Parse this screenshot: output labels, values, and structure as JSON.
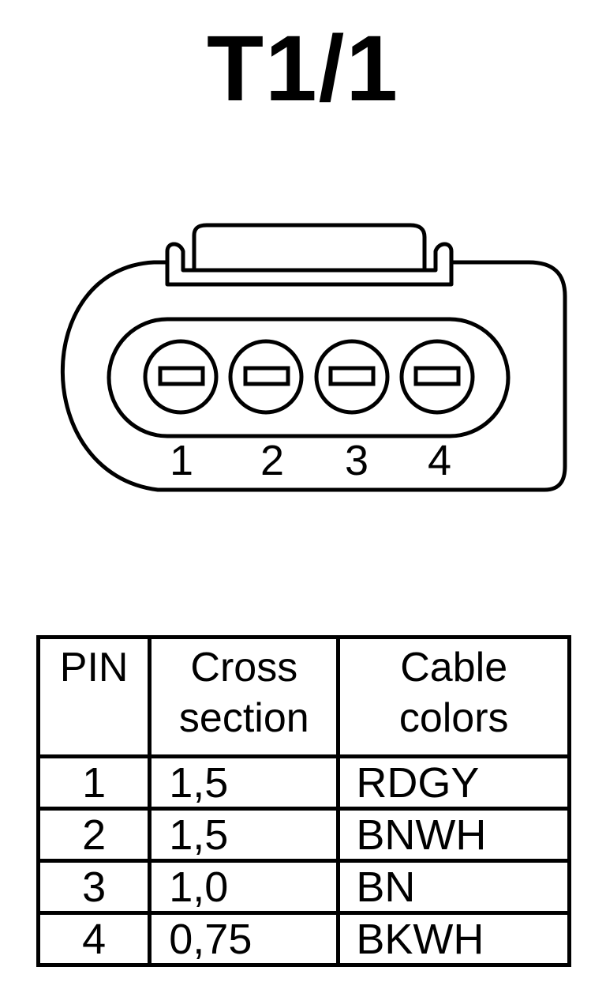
{
  "title": "T1/1",
  "connector": {
    "pin_labels": [
      "1",
      "2",
      "3",
      "4"
    ]
  },
  "table": {
    "headers": {
      "pin": "PIN",
      "cross_section": [
        "Cross",
        "section"
      ],
      "cable_colors": [
        "Cable",
        "colors"
      ]
    },
    "rows": [
      {
        "pin": "1",
        "cross_section": "1,5",
        "color": "RDGY"
      },
      {
        "pin": "2",
        "cross_section": "1,5",
        "color": "BNWH"
      },
      {
        "pin": "3",
        "cross_section": "1,0",
        "color": "BN"
      },
      {
        "pin": "4",
        "cross_section": "0,75",
        "color": "BKWH"
      }
    ]
  }
}
